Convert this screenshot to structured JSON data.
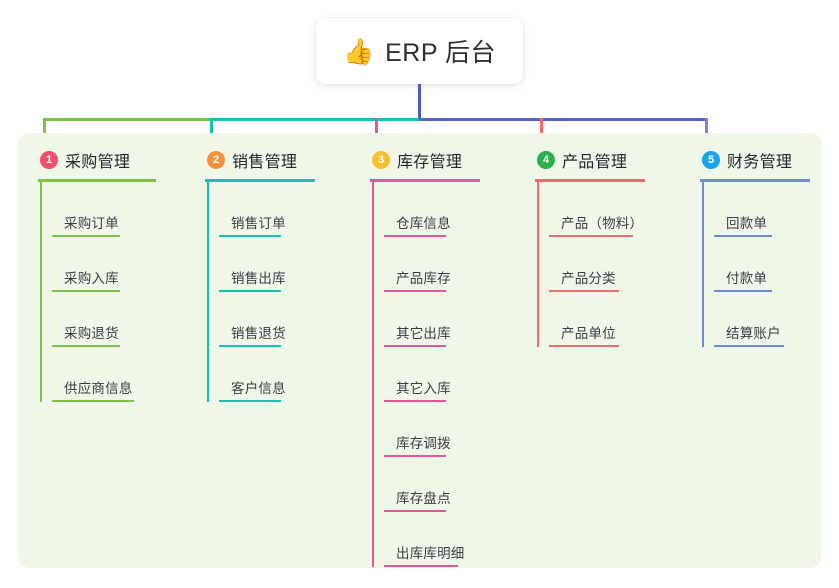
{
  "title": {
    "emoji": "👍",
    "emoji_name": "thumbs-up-icon",
    "text": "ERP 后台"
  },
  "theme": {
    "panel_bg": "#eef7e8",
    "card_bg": "#ffffff",
    "stem_color": "#4a5cc0",
    "text_color": "#23262c"
  },
  "connectors": {
    "segments": [
      {
        "name": "segment-green",
        "color": "#7dc243"
      },
      {
        "name": "segment-teal",
        "color": "#17c0b0"
      },
      {
        "name": "segment-blue",
        "color": "#5a63ca"
      }
    ]
  },
  "columns": [
    {
      "number": "1",
      "title": "采购管理",
      "badge_color": "#f0506e",
      "line_color": "#7dc243",
      "items": [
        {
          "label": "采购订单"
        },
        {
          "label": "采购入库"
        },
        {
          "label": "采购退货"
        },
        {
          "label": "供应商信息"
        }
      ]
    },
    {
      "number": "2",
      "title": "销售管理",
      "badge_color": "#f7913c",
      "line_color": "#17c0b0",
      "items": [
        {
          "label": "销售订单"
        },
        {
          "label": "销售出库"
        },
        {
          "label": "销售退货"
        },
        {
          "label": "客户信息"
        }
      ]
    },
    {
      "number": "3",
      "title": "库存管理",
      "badge_color": "#fbc02d",
      "line_color": "#e8559d",
      "items": [
        {
          "label": "仓库信息"
        },
        {
          "label": "产品库存"
        },
        {
          "label": "其它出库"
        },
        {
          "label": "其它入库"
        },
        {
          "label": "库存调拨"
        },
        {
          "label": "库存盘点"
        },
        {
          "label": "出库库明细"
        }
      ]
    },
    {
      "number": "4",
      "title": "产品管理",
      "badge_color": "#2bb24c",
      "line_color": "#f4696e",
      "items": [
        {
          "label": "产品（物料）"
        },
        {
          "label": "产品分类"
        },
        {
          "label": "产品单位"
        }
      ]
    },
    {
      "number": "5",
      "title": "财务管理",
      "badge_color": "#1aa3e8",
      "line_color": "#7189d4",
      "items": [
        {
          "label": "回款单"
        },
        {
          "label": "付款单"
        },
        {
          "label": "结算账户"
        }
      ]
    }
  ]
}
